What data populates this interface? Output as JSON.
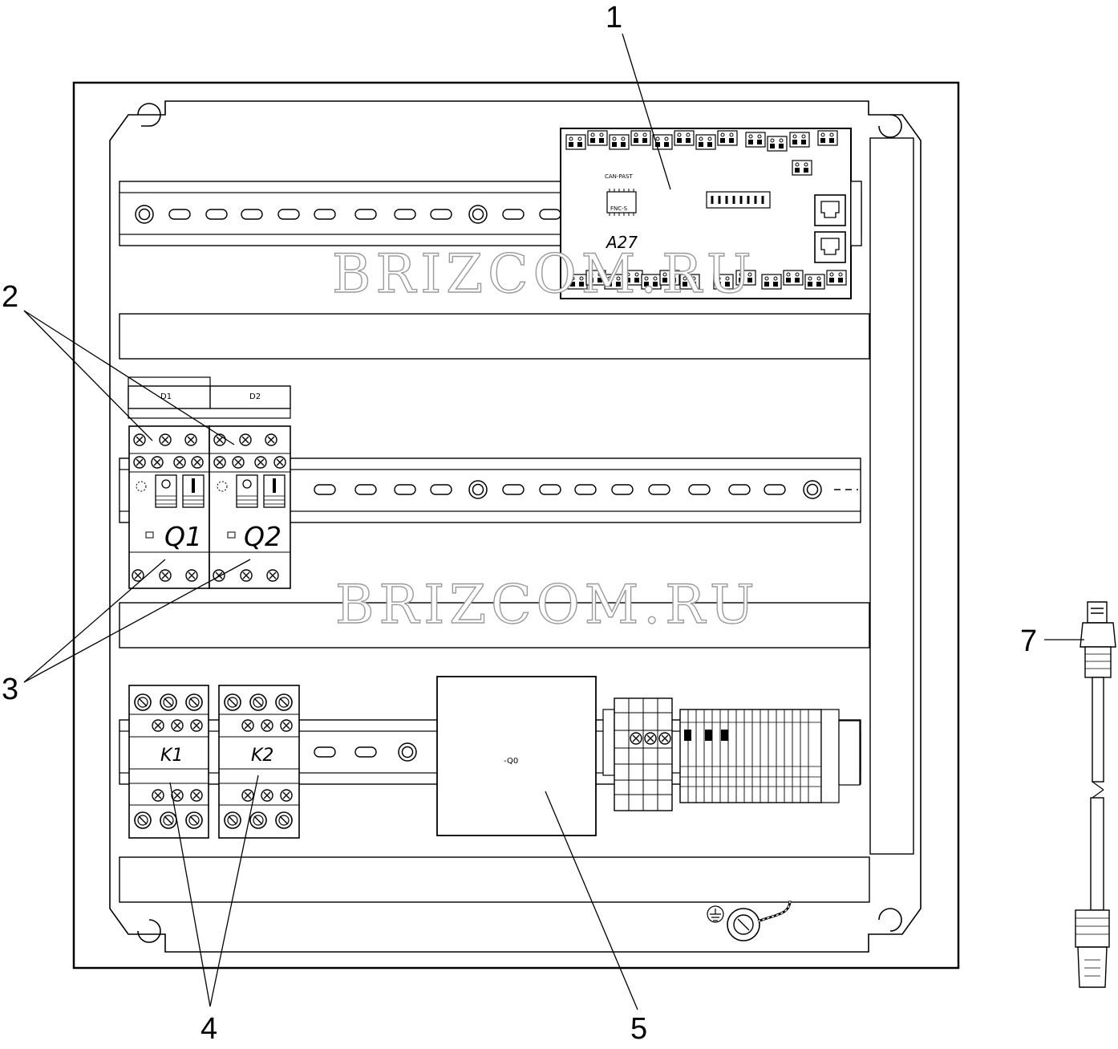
{
  "watermark": "BRIZCOM.RU",
  "callouts": {
    "c1": "1",
    "c2": "2",
    "c3": "3",
    "c4": "4",
    "c5": "5",
    "c7": "7"
  },
  "controller": {
    "designation": "A27",
    "silk_can": "CAN-PAST",
    "silk_chip": "FNC-S"
  },
  "diodes": {
    "d1": "D1",
    "d2": "D2"
  },
  "breakers": {
    "q1": "Q1",
    "q2": "Q2"
  },
  "contactors": {
    "k1": "K1",
    "k2": "K2"
  },
  "main_switch": {
    "label": "-Q0"
  }
}
